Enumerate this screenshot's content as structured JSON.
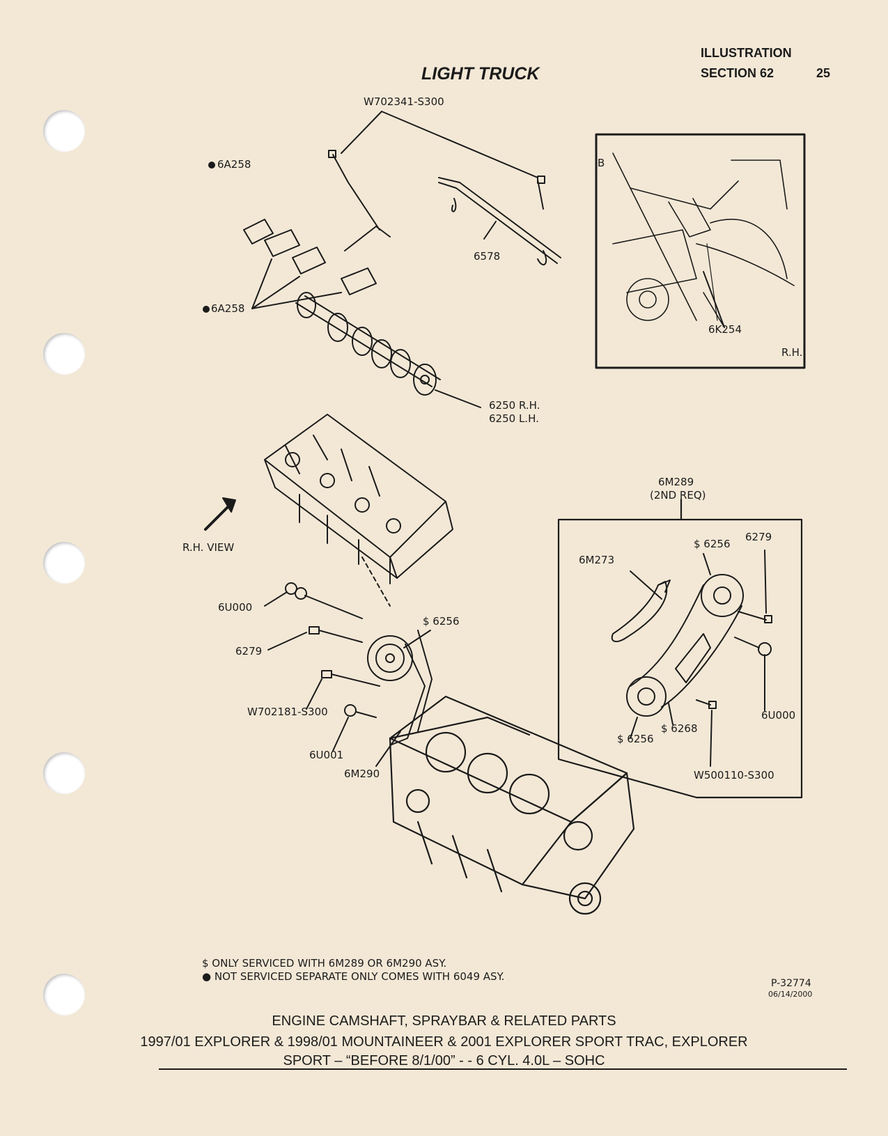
{
  "header": {
    "illustration": "ILLUSTRATION",
    "section": "SECTION 62",
    "page_number": "25",
    "title": "LIGHT TRUCK"
  },
  "labels": {
    "w702341": "W702341-S300",
    "p6a258_top": "6A258",
    "p6a258_mid": "6A258",
    "p6578": "6578",
    "p6250_rh": "6250 R.H.",
    "p6250_lh": "6250 L.H.",
    "inset_b": "B",
    "p6k254": "6K254",
    "inset_rh": "R.H.",
    "rh_view": "R.H. VIEW",
    "p6m289": "6M289",
    "p6m289_req": "(2ND REQ)",
    "p6256_top": "$ 6256",
    "p6279_inset": "6279",
    "p6m273": "6M273",
    "p6u000_left": "6U000",
    "p6279_left": "6279",
    "p6256_mid": "$ 6256",
    "w702181": "W702181-S300",
    "p6u001": "6U001",
    "p6m290": "6M290",
    "p6u000_inset": "6U000",
    "p6268": "$ 6268",
    "p6256_bottom": "$ 6256",
    "w500110": "W500110-S300"
  },
  "footnotes": {
    "note1": "$ ONLY SERVICED WITH 6M289 OR 6M290 ASY.",
    "note2": "● NOT SERVICED SEPARATE ONLY COMES WITH 6049 ASY."
  },
  "figure_ref": {
    "number": "P-32774",
    "date": "06/14/2000"
  },
  "caption": {
    "line1": "ENGINE CAMSHAFT, SPRAYBAR & RELATED PARTS",
    "line2": "1997/01 EXPLORER & 1998/01 MOUNTAINEER & 2001 EXPLORER SPORT TRAC, EXPLORER",
    "line3": "SPORT – “BEFORE 8/1/00” - - 6 CYL. 4.0L – SOHC"
  },
  "colors": {
    "paper": "#f3e8d6",
    "ink": "#1b1b1b"
  }
}
